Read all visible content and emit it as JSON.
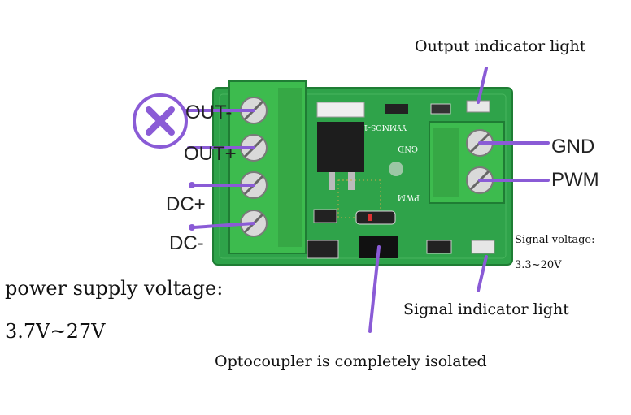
{
  "labels": {
    "output_indicator": "Output indicator light",
    "out_minus": "OUT-",
    "out_plus": "OUT+",
    "dc_plus": "DC+",
    "dc_minus": "DC-",
    "gnd": "GND",
    "pwm": "PWM",
    "signal_voltage_title": "Signal voltage:",
    "signal_voltage_value": "3.3~20V",
    "signal_indicator": "Signal indicator light",
    "power_supply_title": "power supply voltage:",
    "power_supply_value": "3.7V~27V",
    "optocoupler": "Optocoupler is completely isolated"
  },
  "board_text": {
    "model": "YYMMOS-1",
    "gnd_silk": "GND",
    "pwm_silk": "PWM"
  },
  "colors": {
    "pcb": "#2fa34a",
    "terminal": "#3dbb4e",
    "leader": "#8a5bd6"
  },
  "icons": {
    "out_minus_marker": "cross-circle-icon"
  }
}
